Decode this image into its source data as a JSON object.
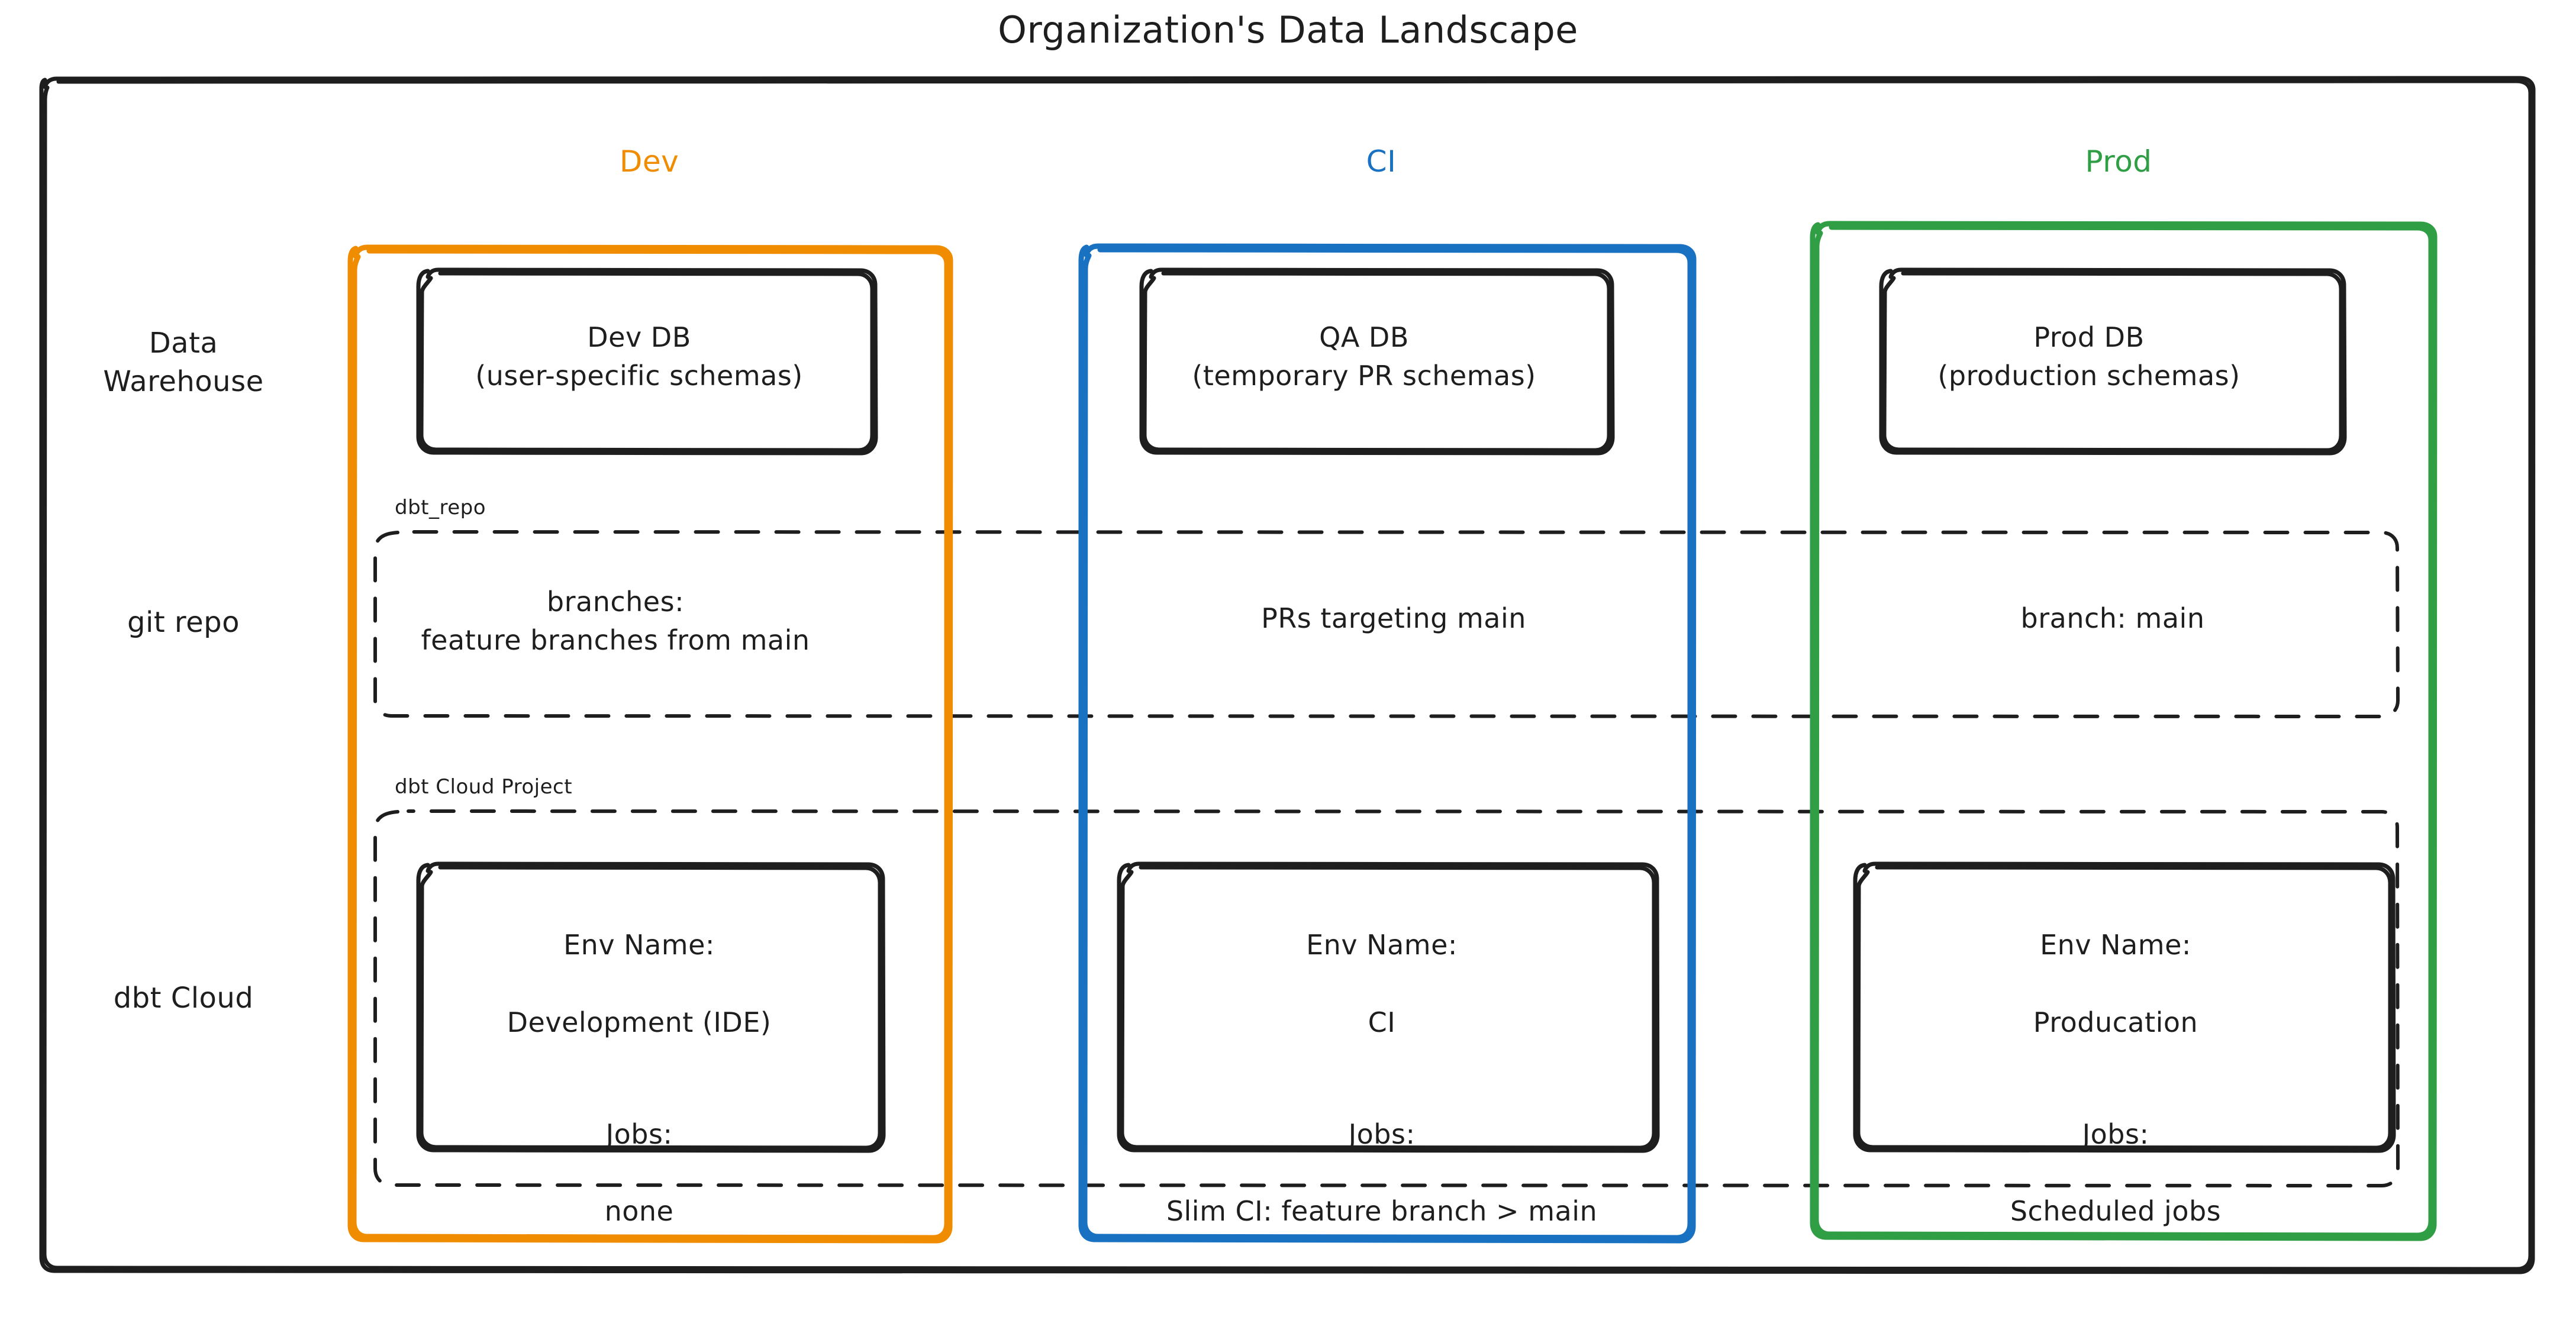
{
  "diagram": {
    "title": "Organization's Data Landscape",
    "style": "hand-drawn",
    "colors": {
      "dev": "#f08c00",
      "ci": "#1971c2",
      "prod": "#2f9e44",
      "stroke": "#1e1e1e",
      "background": "#ffffff"
    }
  },
  "columns": [
    {
      "key": "dev",
      "label": "Dev",
      "color": "#f08c00"
    },
    {
      "key": "ci",
      "label": "CI",
      "color": "#1971c2"
    },
    {
      "key": "prod",
      "label": "Prod",
      "color": "#2f9e44"
    }
  ],
  "rows": [
    {
      "key": "warehouse",
      "label": "Data\nWarehouse"
    },
    {
      "key": "git",
      "label": "git repo"
    },
    {
      "key": "dbtcloud",
      "label": "dbt Cloud"
    }
  ],
  "groups": {
    "repo_tag": "dbt_repo",
    "cloud_tag": "dbt Cloud Project"
  },
  "nodes": {
    "warehouse": {
      "dev": "Dev DB\n(user-specific schemas)",
      "ci": "QA DB\n(temporary PR schemas)",
      "prod": "Prod DB\n(production schemas)"
    },
    "git": {
      "dev": "branches:\nfeature branches from main",
      "ci": "PRs targeting main",
      "prod": "branch: main"
    },
    "dbtcloud": {
      "dev": {
        "env_label": "Env Name:",
        "env_value": "Development (IDE)",
        "jobs_label": "Jobs:",
        "jobs_value": "none"
      },
      "ci": {
        "env_label": "Env Name:",
        "env_value": "CI",
        "jobs_label": "Jobs:",
        "jobs_value": "Slim CI: feature branch > main"
      },
      "prod": {
        "env_label": "Env Name:",
        "env_value": "Producation",
        "jobs_label": "Jobs:",
        "jobs_value": "Scheduled jobs"
      }
    }
  }
}
